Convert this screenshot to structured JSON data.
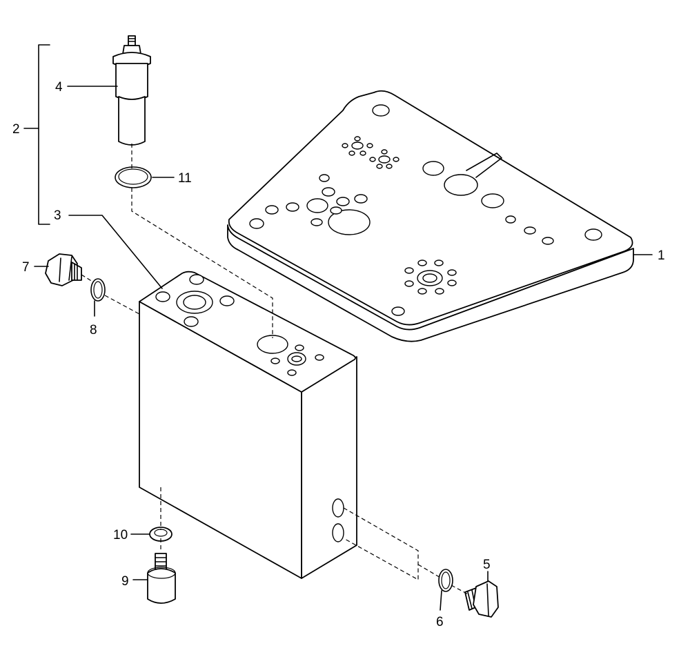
{
  "callouts": {
    "c1": "1",
    "c2": "2",
    "c3": "3",
    "c4": "4",
    "c5": "5",
    "c6": "6",
    "c7": "7",
    "c8": "8",
    "c9": "9",
    "c10": "10",
    "c11": "11"
  },
  "parts": [
    "plate",
    "manifold-block",
    "cartridge-valve",
    "o-ring",
    "plug",
    "screw",
    "washer"
  ]
}
